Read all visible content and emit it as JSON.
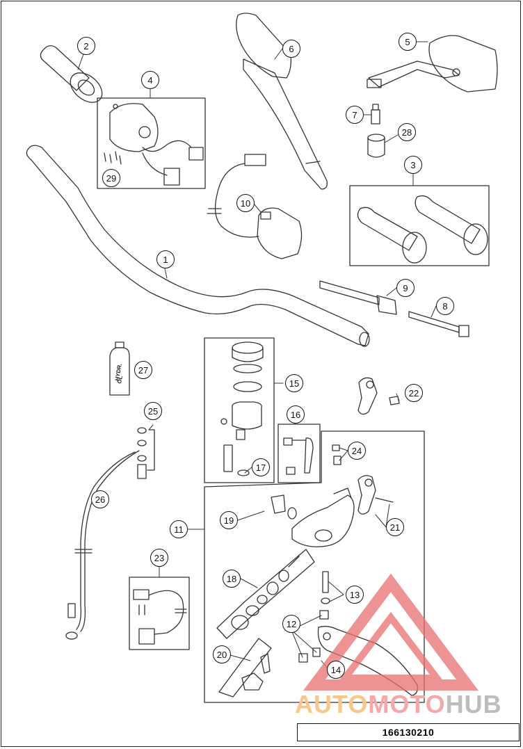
{
  "callouts": [
    {
      "label": "1"
    },
    {
      "label": "2"
    },
    {
      "label": "3"
    },
    {
      "label": "4"
    },
    {
      "label": "5"
    },
    {
      "label": "6"
    },
    {
      "label": "7"
    },
    {
      "label": "8"
    },
    {
      "label": "9"
    },
    {
      "label": "10"
    },
    {
      "label": "11"
    },
    {
      "label": "12"
    },
    {
      "label": "13"
    },
    {
      "label": "14"
    },
    {
      "label": "15"
    },
    {
      "label": "16"
    },
    {
      "label": "17"
    },
    {
      "label": "18"
    },
    {
      "label": "19"
    },
    {
      "label": "20"
    },
    {
      "label": "21"
    },
    {
      "label": "22"
    },
    {
      "label": "23"
    },
    {
      "label": "24"
    },
    {
      "label": "25"
    },
    {
      "label": "26"
    },
    {
      "label": "27"
    },
    {
      "label": "28"
    },
    {
      "label": "29"
    }
  ],
  "bottle_label": {
    "line1": "HYDR.",
    "line2": "ÖL"
  },
  "watermark": {
    "part1": "AUTO",
    "part2": "MOTO",
    "part3": "HUB"
  },
  "document_number": "166130210",
  "colors": {
    "watermark_triangle": "#e87070",
    "watermark_auto": "#f8c88a",
    "watermark_moto": "#f4a9a9",
    "watermark_hub": "#bdbdbd"
  }
}
